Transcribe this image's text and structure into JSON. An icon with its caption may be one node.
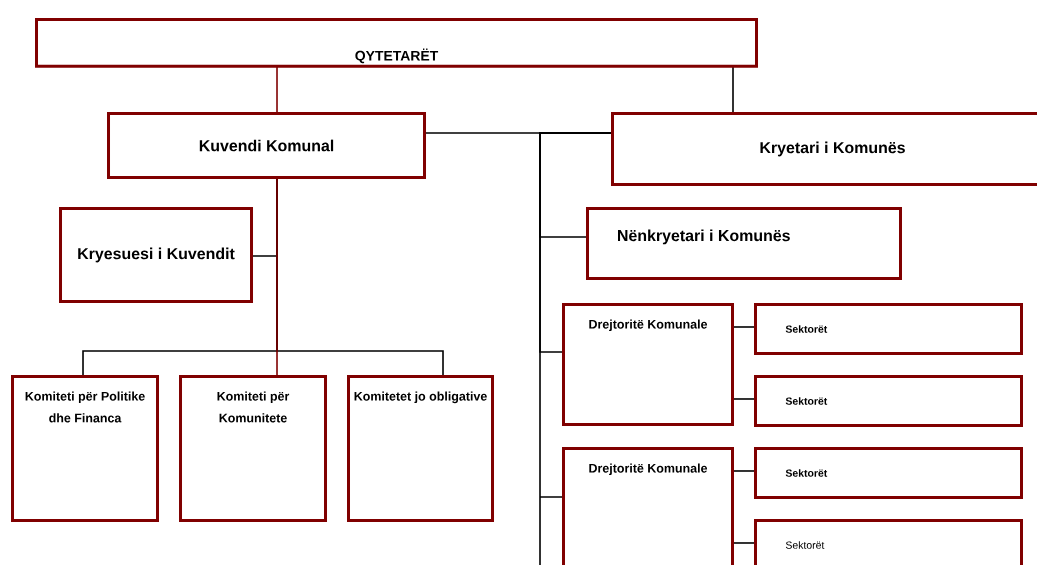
{
  "diagram": {
    "nodes": [
      {
        "text": [
          "QYTETARËT"
        ]
      },
      {
        "text": [
          "Kuvendi Komunal"
        ]
      },
      {
        "text": [
          "Kryetari i Komunës"
        ]
      },
      {
        "text": [
          "Kryesuesi i Kuvendit"
        ]
      },
      {
        "text": [
          "Nënkryetari i Komunës"
        ]
      },
      {
        "text": [
          "Komiteti për Politike dhe Financa"
        ]
      },
      {
        "text": [
          "Komiteti për Komunitete"
        ]
      },
      {
        "text": [
          "Komitetet jo obligative"
        ]
      },
      {
        "text": [
          "Drejtoritë Komunale"
        ]
      },
      {
        "text": [
          "Sektorët"
        ]
      },
      {
        "text": [
          "Sektorët"
        ]
      },
      {
        "text": [
          "Drejtoritë Komunale"
        ]
      },
      {
        "text": [
          "Sektorët"
        ]
      },
      {
        "text": [
          "Sektorët"
        ]
      }
    ],
    "edges": [
      {
        "from": 0,
        "to": 1,
        "arrow": "none",
        "color": "#800000"
      },
      {
        "from": 0,
        "to": 2,
        "arrow": "none"
      },
      {
        "from": 1,
        "to": 2,
        "arrow": "none"
      },
      {
        "from": 2,
        "to": 4,
        "arrow": "none"
      },
      {
        "from": 2,
        "to": 8,
        "arrow": "none"
      },
      {
        "from": 2,
        "to": 11,
        "arrow": "none"
      },
      {
        "from": 1,
        "to": 3,
        "arrow": "none"
      },
      {
        "from": 1,
        "to": 5,
        "arrow": "none"
      },
      {
        "from": 1,
        "to": 6,
        "arrow": "none",
        "color": "#800000"
      },
      {
        "from": 1,
        "to": 7,
        "arrow": "none"
      },
      {
        "from": 8,
        "to": 9,
        "arrow": "none"
      },
      {
        "from": 8,
        "to": 10,
        "arrow": "none"
      },
      {
        "from": 11,
        "to": 12,
        "arrow": "none"
      },
      {
        "from": 11,
        "to": 13,
        "arrow": "none"
      }
    ]
  }
}
